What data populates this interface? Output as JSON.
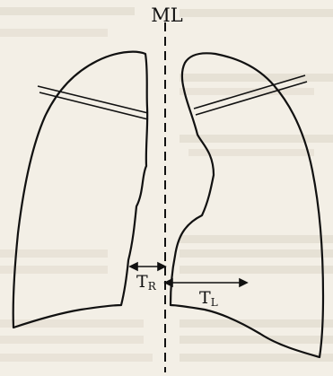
{
  "diagram": {
    "midline_label": "ML",
    "tr_label": "T",
    "tr_sub": "R",
    "tl_label": "T",
    "tl_sub": "L"
  },
  "colors": {
    "paper": "#f3efe6",
    "ink": "#111111",
    "bleed_text": "#c9c3b6"
  }
}
